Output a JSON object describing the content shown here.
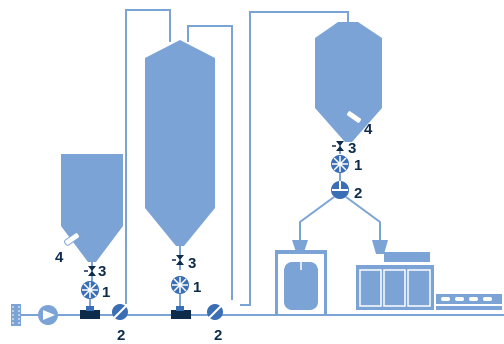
{
  "colors": {
    "silo": "#7ba3d6",
    "pipe": "#7ba3d6",
    "equipment": "#7ba3d6",
    "rotor": "#3a6eb5",
    "dark": "#0d2b4a",
    "label": "#0d2b4a",
    "background": "#ffffff"
  },
  "labels": {
    "small_silo_sensor": "4",
    "small_silo_valve": "3",
    "small_silo_feeder": "1",
    "diverter_left": "2",
    "tall_silo_valve": "3",
    "tall_silo_feeder": "1",
    "diverter_middle": "2",
    "right_hopper_sensor": "4",
    "right_hopper_valve": "3",
    "right_hopper_feeder": "1",
    "right_diverter": "2"
  },
  "icons": {
    "valve": "butterfly-valve-icon",
    "feeder": "rotary-feeder-icon",
    "diverter": "diverter-valve-icon",
    "sensor": "level-sensor-icon",
    "blower": "blower-icon",
    "filter": "filter-icon"
  }
}
